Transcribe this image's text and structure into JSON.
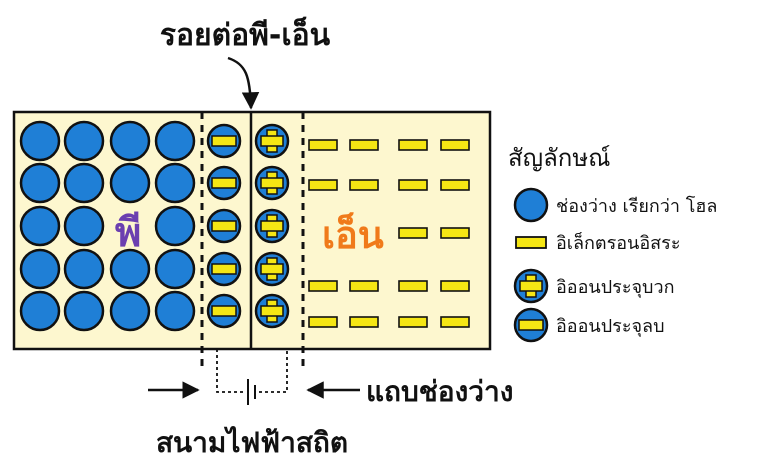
{
  "title": "รอยต่อพี-เอ็น",
  "regions": {
    "p_label": "พี",
    "n_label": "เอ็น"
  },
  "legend": {
    "heading": "สัญลักษณ์",
    "items": [
      {
        "icon": "hole-circle",
        "label": "ช่องว่าง เรียกว่า โฮล"
      },
      {
        "icon": "free-electron-bar",
        "label": "อิเล็กตรอนอิสระ"
      },
      {
        "icon": "positive-ion",
        "label": "อิออนประจุบวก"
      },
      {
        "icon": "negative-ion",
        "label": "อิออนประจุลบ"
      }
    ]
  },
  "depletion_label": "แถบช่องว่าง",
  "field_label": "สนามไฟฟ้าสถิต",
  "colors": {
    "panel_bg": "#fdf7cf",
    "hole_fill": "#1f7fd6",
    "electron_fill": "#f5e614",
    "outline": "#111111",
    "p_text": "#6b3fb0",
    "n_text": "#f07a1a"
  }
}
